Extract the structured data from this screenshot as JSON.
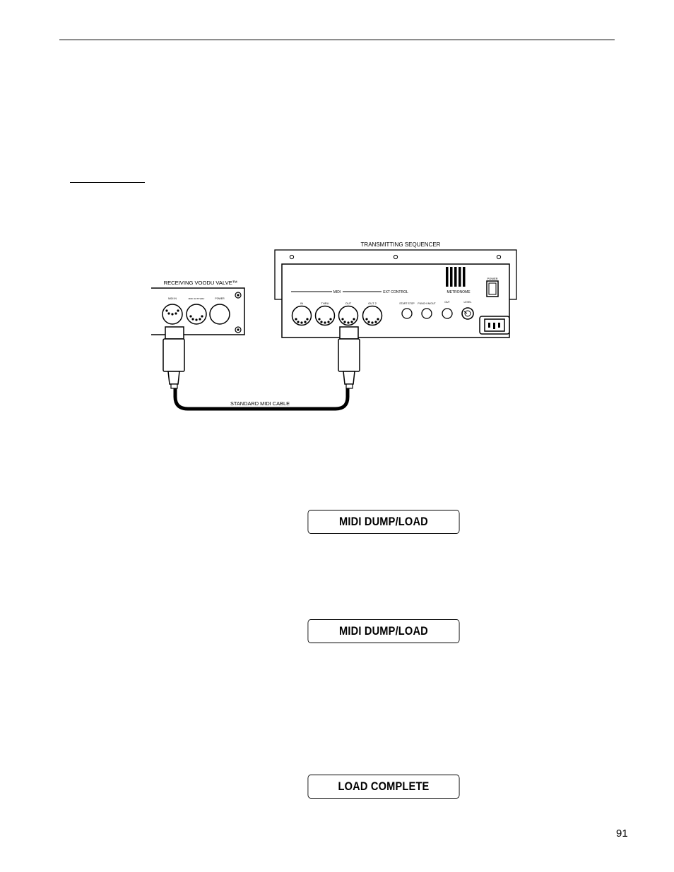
{
  "diagram": {
    "transmitter_title": "TRANSMITTING SEQUENCER",
    "receiver_title": "RECEIVING VOODU VALVE™",
    "cable_label": "STANDARD MIDI CABLE",
    "transmitter_midi_group": "MIDI",
    "transmitter_ext_control": "EXT CONTROL",
    "transmitter_metronome": "METRONOME",
    "transmitter_power": "POWER",
    "transmitter_jacks": [
      "IN",
      "THRU",
      "OUT",
      "OUT 2"
    ],
    "transmitter_ext_jacks": [
      "START STOP",
      "PUNCH IN/OUT"
    ],
    "transmitter_metro_jacks": [
      "OUT",
      "LEVEL"
    ],
    "receiver_jacks": [
      "MIDI IN",
      "MIDI OUT/THRU",
      "POWER"
    ]
  },
  "displays": {
    "first": "MIDI DUMP/LOAD",
    "second": "MIDI DUMP/LOAD",
    "third": "LOAD COMPLETE"
  },
  "page_number": "91"
}
